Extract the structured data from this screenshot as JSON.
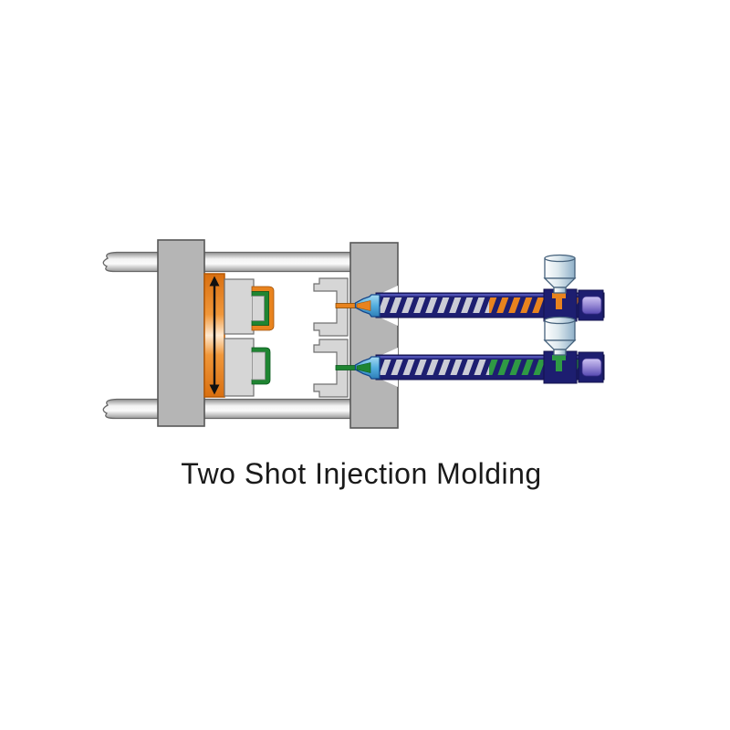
{
  "figure": {
    "caption": "Two Shot Injection Molding"
  },
  "colors": {
    "bg": "#ffffff",
    "text": "#1a1a1a",
    "orange": "#e8831e",
    "orange-dark": "#c2600a",
    "green": "#1f8532",
    "green-melt": "#2f9a44",
    "navy": "#1d1e70",
    "bore": "#cbccd6",
    "cyan": "#52aede",
    "lavender": "#9d8fd8",
    "steel": "#b5b5b5",
    "plate": "#d6d6d6",
    "outline": "#606060"
  },
  "components": [
    {
      "name": "tie-bar-top"
    },
    {
      "name": "tie-bar-bottom"
    },
    {
      "name": "moving-platen"
    },
    {
      "name": "rotary-index-plate"
    },
    {
      "name": "index-direction-arrow"
    },
    {
      "name": "core-block-upper"
    },
    {
      "name": "core-block-lower"
    },
    {
      "name": "molded-part-second-shot"
    },
    {
      "name": "molded-part-first-shot"
    },
    {
      "name": "cavity-plate-upper"
    },
    {
      "name": "cavity-plate-lower"
    },
    {
      "name": "fixed-platen"
    },
    {
      "name": "sprue-orange"
    },
    {
      "name": "sprue-green"
    },
    {
      "name": "nozzle-orange"
    },
    {
      "name": "nozzle-green"
    },
    {
      "name": "injection-barrel-orange"
    },
    {
      "name": "injection-barrel-green"
    },
    {
      "name": "screw-flights"
    },
    {
      "name": "hopper-orange-material"
    },
    {
      "name": "hopper-green-material"
    }
  ]
}
